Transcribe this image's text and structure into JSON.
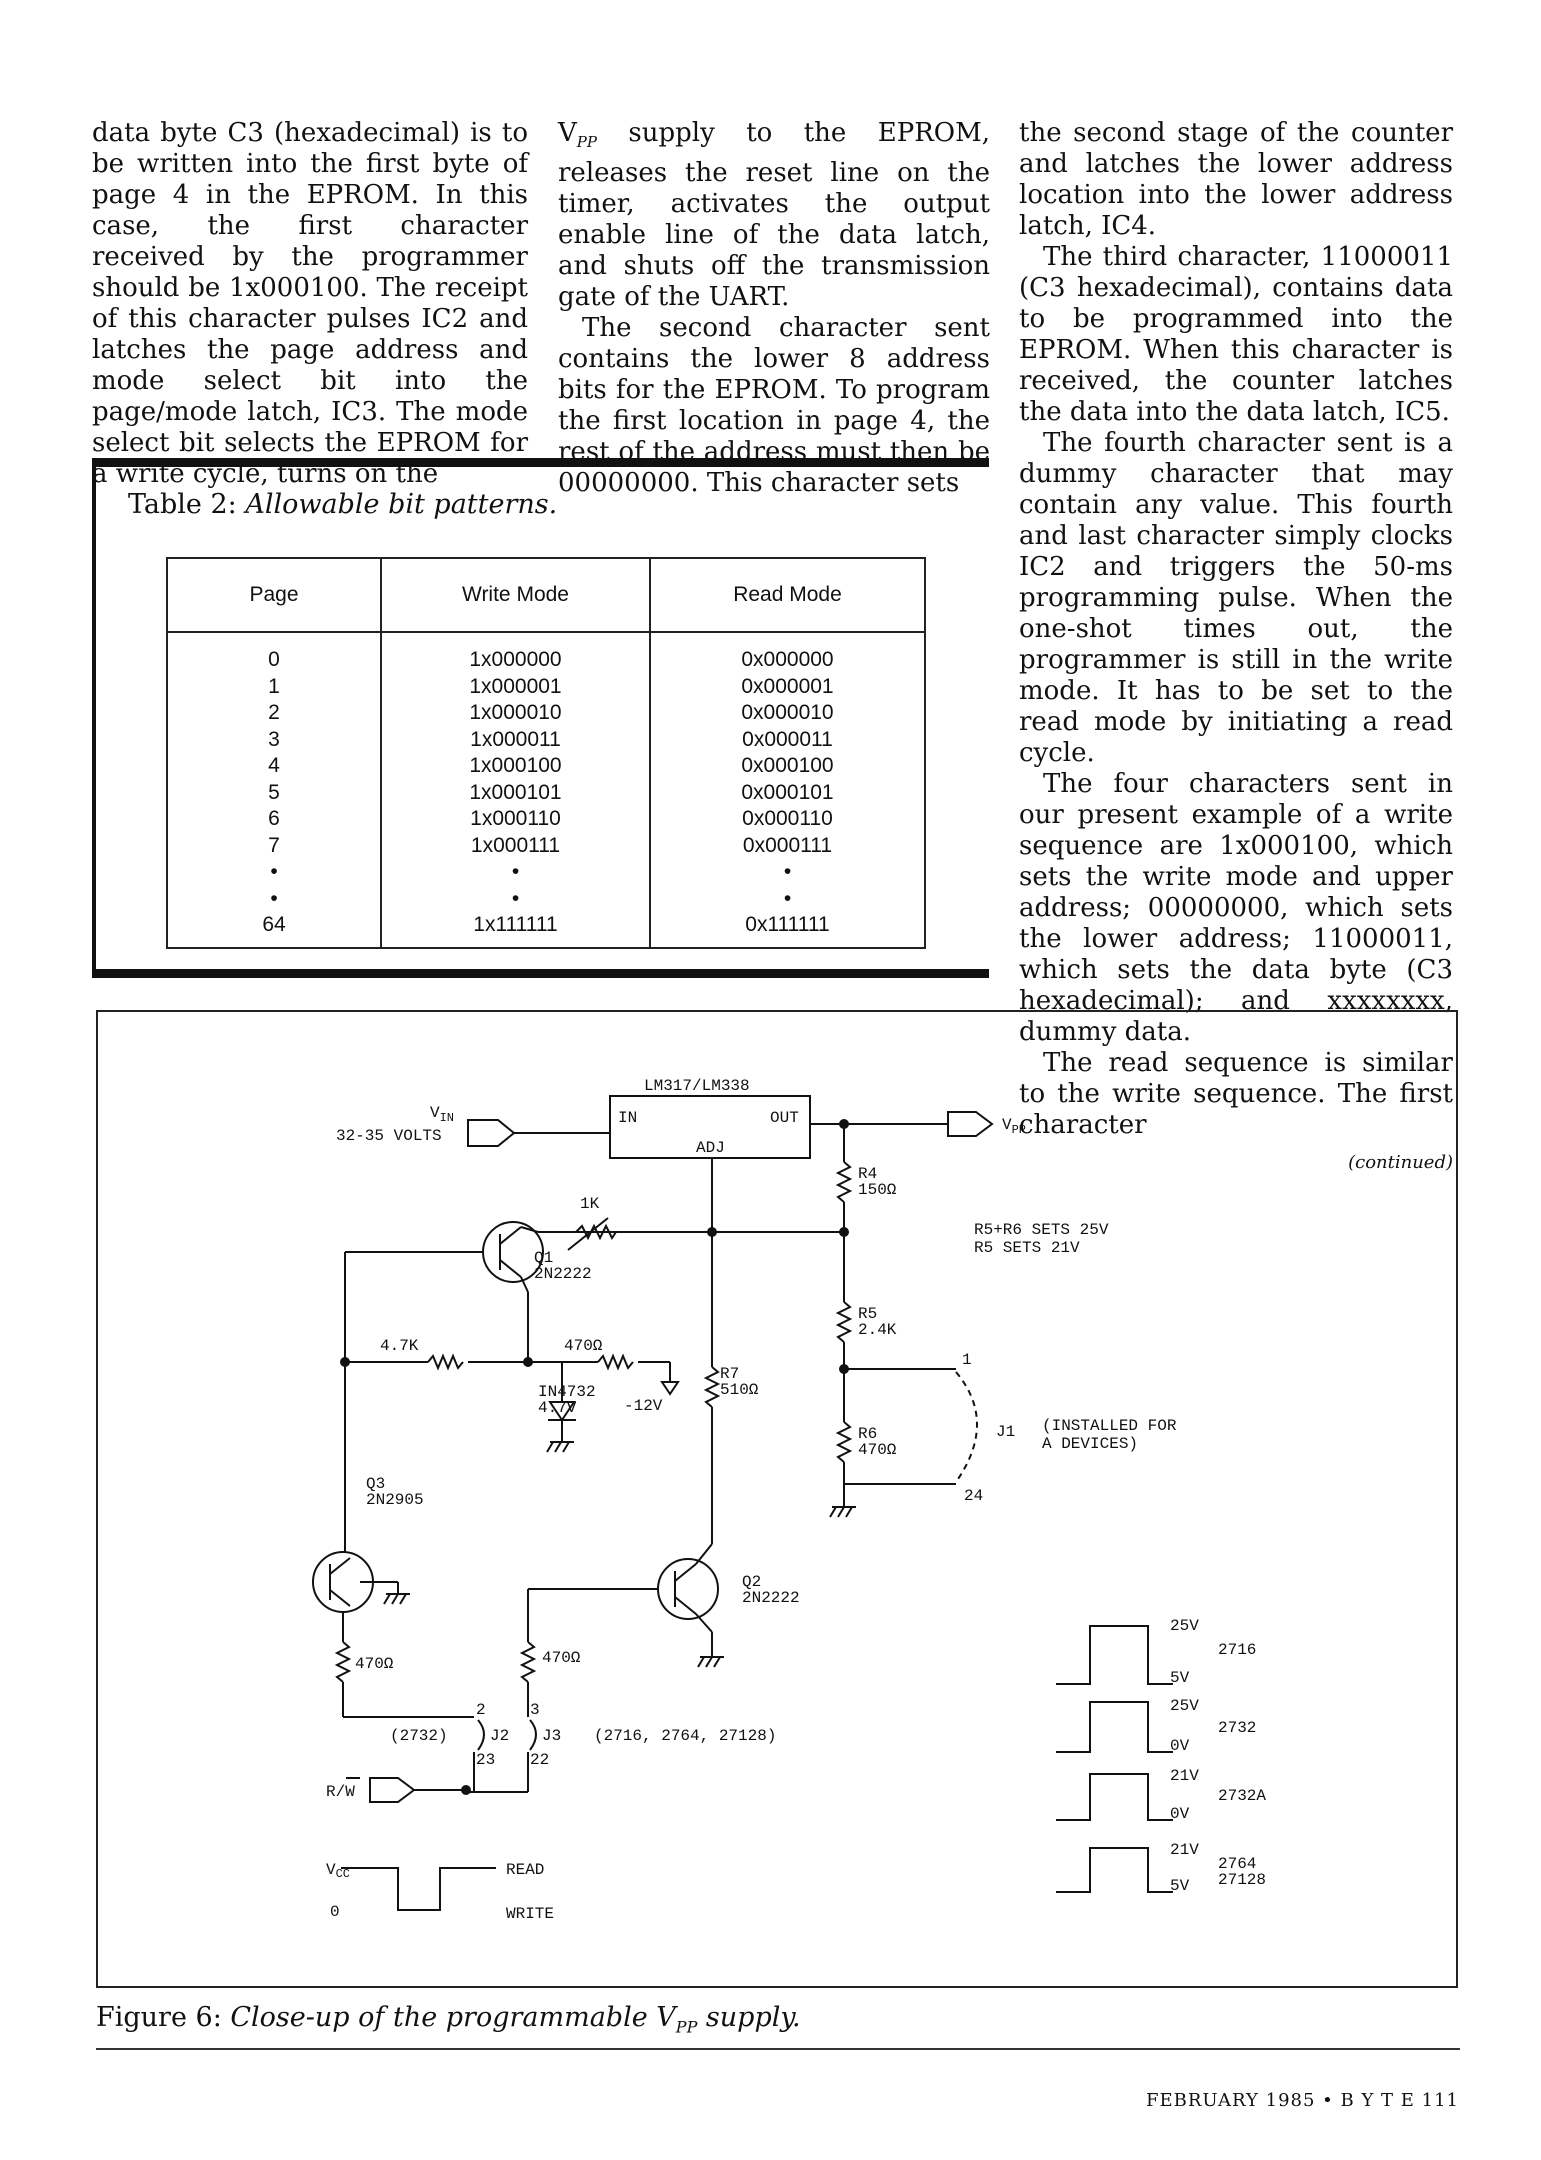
{
  "columns": {
    "col1": "data byte C3 (hexadecimal) is to be written into the first byte of page 4 in the EPROM. In this case, the first character received by the programmer should be 1x000100. The receipt of this character pulses IC2 and latches the page address and mode select bit into the page/mode latch, IC3. The mode select bit selects the EPROM for a write cycle, turns on the",
    "col2_p1_lead": "V",
    "col2_p1_sub": "PP",
    "col2_p1_rest": " supply to the EPROM, releases the reset line on the timer, activates the output enable line of the data latch, and shuts off the transmission gate of the UART.",
    "col2_p2": "The second character sent contains the lower 8 address bits for the EPROM. To program the first location in page 4, the rest of the address must then be 00000000. This character sets",
    "col3_p1": "the second stage of the counter and latches the lower address location into the lower address latch, IC4.",
    "col3_p2": "The third character, 11000011 (C3 hexadecimal), contains data to be programmed into the EPROM. When this character is received, the counter latches the data into the data latch, IC5.",
    "col3_p3": "The fourth character sent is a dummy character that may contain any value. This fourth and last character simply clocks IC2 and triggers the 50-ms programming pulse. When the one-shot times out, the programmer is still in the write mode. It has to be set to the read mode by initiating a read cycle.",
    "col3_p4": "The four characters sent in our present example of a write sequence are 1x000100, which sets the write mode and upper address; 00000000, which sets the lower address; 11000011, which sets the data byte (C3 hexadecimal); and xxxxxxxx, dummy data.",
    "col3_p5": "The read sequence is similar to the write sequence. The first character",
    "continued": "(continued)"
  },
  "table": {
    "caption_prefix": "Table 2: ",
    "caption_title": "Allowable bit patterns.",
    "headers": [
      "Page",
      "Write Mode",
      "Read Mode"
    ],
    "pages": "0\n1\n2\n3\n4\n5\n6\n7\n•\n•\n64",
    "write": "1x000000\n1x000001\n1x000010\n1x000011\n1x000100\n1x000101\n1x000110\n1x000111\n•\n•\n1x111111",
    "read": "0x000000\n0x000001\n0x000010\n0x000011\n0x000100\n0x000101\n0x000110\n0x000111\n•\n•\n0x111111"
  },
  "figure": {
    "caption_prefix": "Figure 6: ",
    "caption_title": "Close-up of the programmable V",
    "caption_sub": "PP",
    "caption_end": " supply.",
    "labels": {
      "regulator": "LM317/LM338",
      "reg_in": "IN",
      "reg_out": "OUT",
      "reg_adj": "ADJ",
      "vin": "V",
      "vin_sub": "IN",
      "vin_volts": "32-35 VOLTS",
      "vpp": "V",
      "vpp_sub": "PP",
      "r4": "R4",
      "r4_val": "150Ω",
      "pot": "1K",
      "q1": "Q1",
      "q1_type": "2N2222",
      "r5r6_note": "R5+R6 SETS 25V",
      "r5_note": "R5 SETS 21V",
      "r5": "R5",
      "r5_val": "2.4K",
      "r47k": "4.7K",
      "r470a": "470Ω",
      "r7": "R7",
      "r7_val": "510Ω",
      "zener": "IN4732",
      "zener_val": "4.7V",
      "neg12": "-12V",
      "r6": "R6",
      "r6_val": "470Ω",
      "j1": "J1",
      "pin1": "1",
      "pin24": "24",
      "installed": "(INSTALLED FOR",
      "installed2": "A DEVICES)",
      "q3": "Q3",
      "q3_type": "2N2905",
      "q2": "Q2",
      "q2_type": "2N2222",
      "r470b": "470Ω",
      "r470c": "470Ω",
      "j2": "J2",
      "j2_note": "(2732)",
      "j3": "J3",
      "j3_note": "(2716, 2764, 27128)",
      "pin2": "2",
      "pin3": "3",
      "pin23": "23",
      "pin22": "22",
      "rw": "R/W",
      "vcc": "V",
      "vcc_sub": "CC",
      "zero": "0",
      "read": "READ",
      "write": "WRITE",
      "w1_hi": "25V",
      "w1_lo": "5V",
      "w1_dev": "2716",
      "w2_hi": "25V",
      "w2_lo": "0V",
      "w2_dev": "2732",
      "w3_hi": "21V",
      "w3_lo": "0V",
      "w3_dev": "2732A",
      "w4_hi": "21V",
      "w4_lo": "5V",
      "w4_dev": "2764",
      "w4_dev2": "27128"
    }
  },
  "footer": "FEBRUARY 1985 • B Y T E   111"
}
